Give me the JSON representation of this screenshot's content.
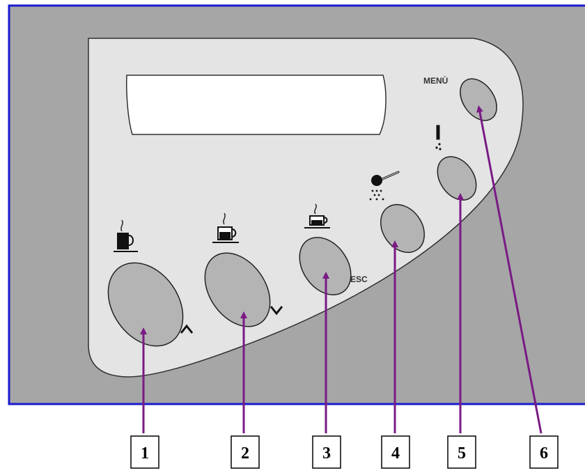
{
  "panel": {
    "frame_color": "#1a1ad0",
    "background_color": "#a6a6a6",
    "faceplate_color": "#e4e4e4",
    "display_color": "#ffffff",
    "button_color": "#b4b4b4"
  },
  "buttons": [
    {
      "id": "1",
      "icon": "espresso-large-cup-icon",
      "side_label": "^"
    },
    {
      "id": "2",
      "icon": "coffee-cup-icon",
      "side_label": "v"
    },
    {
      "id": "3",
      "icon": "small-coffee-cup-icon",
      "side_label": "ESC"
    },
    {
      "id": "4",
      "icon": "ground-coffee-scoop-icon",
      "side_label": ""
    },
    {
      "id": "5",
      "icon": "steam-nozzle-icon",
      "side_label": ""
    },
    {
      "id": "6",
      "icon": "",
      "side_label": "MENÙ"
    }
  ],
  "callouts": {
    "arrow_color": "#7a1a84",
    "labels": [
      "1",
      "2",
      "3",
      "4",
      "5",
      "6"
    ]
  }
}
